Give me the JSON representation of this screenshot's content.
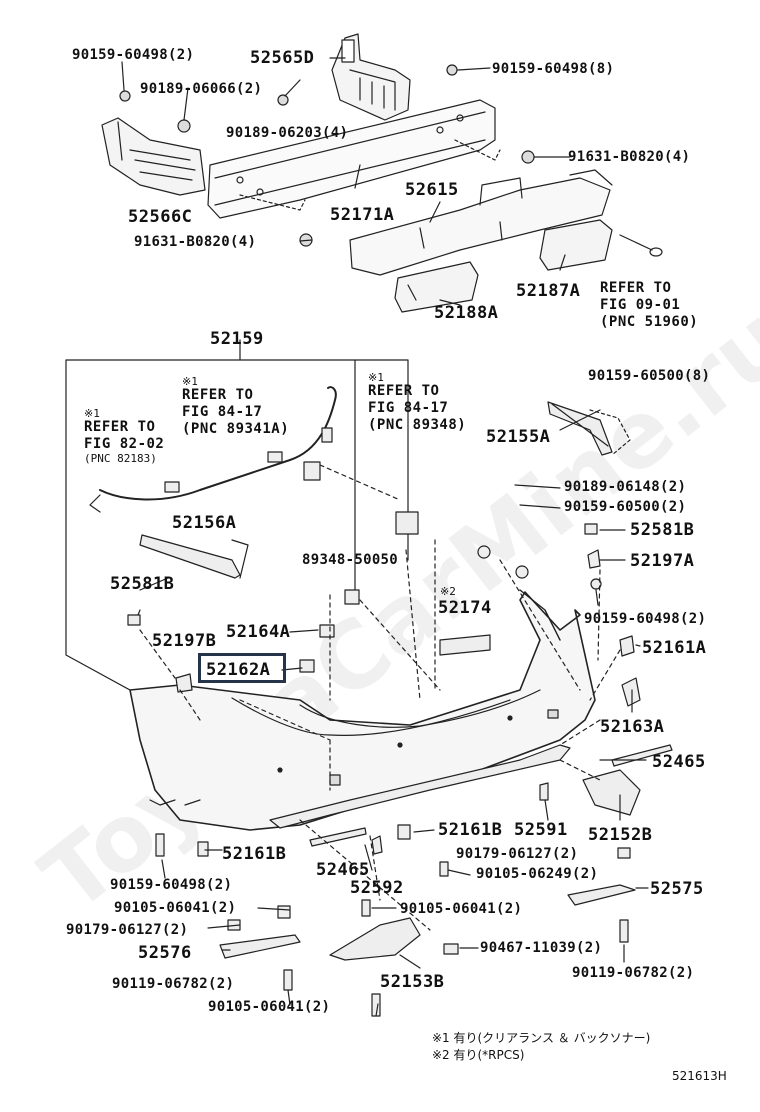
{
  "watermark": "ToyotaCarMine.ru",
  "figure_code": "521613H",
  "highlight_color": "#26344a",
  "footnotes": [
    "※1 有り(クリアランス ＆ バックソナー)",
    "※2 有り(*RPCS)"
  ],
  "labels": [
    {
      "id": "l01",
      "text": "90159-60498(2)",
      "cls": "pns"
    },
    {
      "id": "l02",
      "text": "52565D",
      "cls": "pnl"
    },
    {
      "id": "l03",
      "text": "90189-06066(2)",
      "cls": "pns"
    },
    {
      "id": "l04",
      "text": "90159-60498(8)",
      "cls": "pns"
    },
    {
      "id": "l05",
      "text": "90189-06203(4)",
      "cls": "pns"
    },
    {
      "id": "l06",
      "text": "91631-B0820(4)",
      "cls": "pns"
    },
    {
      "id": "l07",
      "text": "52615",
      "cls": "pnl"
    },
    {
      "id": "l08",
      "text": "52566C",
      "cls": "pnl"
    },
    {
      "id": "l09",
      "text": "52171A",
      "cls": "pnl"
    },
    {
      "id": "l10",
      "text": "91631-B0820(4)",
      "cls": "pns"
    },
    {
      "id": "l11",
      "text": "52187A",
      "cls": "pnl"
    },
    {
      "id": "l12",
      "text": "52188A",
      "cls": "pnl"
    },
    {
      "id": "l13",
      "text": "52159",
      "cls": "pnl"
    },
    {
      "id": "l14",
      "text": "90159-60500(8)",
      "cls": "pns"
    },
    {
      "id": "l15",
      "text": "52155A",
      "cls": "pnl"
    },
    {
      "id": "l16",
      "text": "90189-06148(2)",
      "cls": "pns"
    },
    {
      "id": "l17",
      "text": "90159-60500(2)",
      "cls": "pns"
    },
    {
      "id": "l18",
      "text": "52581B",
      "cls": "pnl"
    },
    {
      "id": "l19",
      "text": "52197A",
      "cls": "pnl"
    },
    {
      "id": "l20",
      "text": "52156A",
      "cls": "pnl"
    },
    {
      "id": "l21",
      "text": "89348-50050",
      "cls": "pns"
    },
    {
      "id": "l22",
      "text": "52581B",
      "cls": "pnl"
    },
    {
      "id": "l23",
      "text": "52174",
      "cls": "pnl"
    },
    {
      "id": "l24",
      "text": "90159-60498(2)",
      "cls": "pns"
    },
    {
      "id": "l25",
      "text": "52164A",
      "cls": "pnl"
    },
    {
      "id": "l26",
      "text": "52161A",
      "cls": "pnl"
    },
    {
      "id": "l27",
      "text": "52197B",
      "cls": "pnl"
    },
    {
      "id": "l28",
      "text": "52162A",
      "cls": "pnl"
    },
    {
      "id": "l29",
      "text": "52163A",
      "cls": "pnl"
    },
    {
      "id": "l30",
      "text": "52465",
      "cls": "pnl"
    },
    {
      "id": "l31",
      "text": "52161B",
      "cls": "pnl"
    },
    {
      "id": "l32",
      "text": "52591",
      "cls": "pnl"
    },
    {
      "id": "l33",
      "text": "52152B",
      "cls": "pnl"
    },
    {
      "id": "l34",
      "text": "52161B",
      "cls": "pnl"
    },
    {
      "id": "l35",
      "text": "52465",
      "cls": "pnl"
    },
    {
      "id": "l36",
      "text": "90179-06127(2)",
      "cls": "pns"
    },
    {
      "id": "l37",
      "text": "90159-60498(2)",
      "cls": "pns"
    },
    {
      "id": "l38",
      "text": "52592",
      "cls": "pnl"
    },
    {
      "id": "l39",
      "text": "90105-06249(2)",
      "cls": "pns"
    },
    {
      "id": "l40",
      "text": "90105-06041(2)",
      "cls": "pns"
    },
    {
      "id": "l41",
      "text": "52575",
      "cls": "pnl"
    },
    {
      "id": "l42",
      "text": "90179-06127(2)",
      "cls": "pns"
    },
    {
      "id": "l43",
      "text": "90105-06041(2)",
      "cls": "pns"
    },
    {
      "id": "l44",
      "text": "52576",
      "cls": "pnl"
    },
    {
      "id": "l45",
      "text": "90467-11039(2)",
      "cls": "pns"
    },
    {
      "id": "l46",
      "text": "52153B",
      "cls": "pnl"
    },
    {
      "id": "l47",
      "text": "90119-06782(2)",
      "cls": "pns"
    },
    {
      "id": "l48",
      "text": "90119-06782(2)",
      "cls": "pns"
    },
    {
      "id": "l49",
      "text": "90105-06041(2)",
      "cls": "pns"
    }
  ],
  "refs": [
    {
      "id": "r1",
      "mark": "※1",
      "text": "REFER TO\nFIG 84-17\n(PNC 89341A)"
    },
    {
      "id": "r2",
      "mark": "※1",
      "text": "REFER TO\nFIG 82-02",
      "pnc": "(PNC 82183)"
    },
    {
      "id": "r3",
      "mark": "※1",
      "text": "REFER TO\nFIG 84-17\n(PNC 89348)"
    },
    {
      "id": "r4",
      "mark": "",
      "text": "REFER TO\nFIG 09-01\n(PNC 51960)"
    },
    {
      "id": "r5",
      "mark": "※2",
      "text": ""
    }
  ]
}
